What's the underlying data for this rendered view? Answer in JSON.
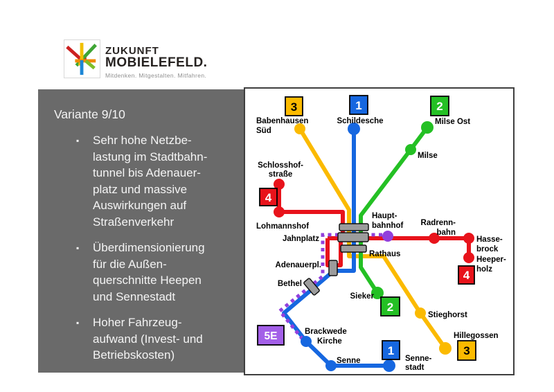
{
  "logo": {
    "line1": "ZUKUNFT",
    "line2": "MOBIELEFELD.",
    "tagline": "Mitdenken. Mitgestalten. Mitfahren."
  },
  "panel": {
    "title": "Variante 9/10",
    "bullet_char": "▪",
    "bullets": [
      {
        "lines": [
          "Sehr hohe Netzbe-",
          "lastung im Stadtbahn-",
          "tunnel bis Adenauer-",
          "platz und massive",
          "Auswirkungen auf",
          "Straßenverkehr"
        ]
      },
      {
        "lines": [
          "Überdimensionierung",
          "für die Außen-",
          "querschnitte Heepen",
          "und Sennestadt"
        ]
      },
      {
        "lines": [
          "Hoher Fahrzeug-",
          "aufwand (Invest- und",
          "Betriebskosten)"
        ]
      }
    ]
  },
  "map": {
    "colors": {
      "yellow": "#FBBA00",
      "blue": "#1667E0",
      "green": "#24C024",
      "red": "#E8131B",
      "purple": "#9240DC",
      "purple_box": "#A35FE8",
      "station_gray": "#9C9C9C"
    },
    "badges": {
      "top_3": "3",
      "top_1": "1",
      "top_2": "2",
      "left_4": "4",
      "right_4": "4",
      "sieker_2": "2",
      "sennestadt_1": "1",
      "hillegossen_3": "3",
      "line_5e": "5E"
    },
    "labels": {
      "babenhausen_1": "Babenhausen",
      "babenhausen_2": "Süd",
      "schildesche": "Schildesche",
      "milse_ost": "Milse Ost",
      "milse": "Milse",
      "schlosshof_1": "Schlosshof-",
      "schlosshof_2": "straße",
      "lohmannshof": "Lohmannshof",
      "hauptbahnhof_1": "Haupt-",
      "hauptbahnhof_2": "bahnhof",
      "jahnplatz": "Jahnplatz",
      "rathaus": "Rathaus",
      "radrennbahn_1": "Radrenn-",
      "radrennbahn_2": "bahn",
      "hassebrock_1": "Hasse-",
      "hassebrock_2": "brock",
      "heeperholz_1": "Heeper-",
      "heeperholz_2": "holz",
      "adenauerplatz": "Adenauerpl.",
      "bethel": "Bethel",
      "sieker": "Sieker",
      "stieghorst": "Stieghorst",
      "hillegossen": "Hillegossen",
      "brackwede_1": "Brackwede",
      "brackwede_2": "Kirche",
      "senne": "Senne",
      "sennestadt_1": "Senne-",
      "sennestadt_2": "stadt"
    }
  }
}
